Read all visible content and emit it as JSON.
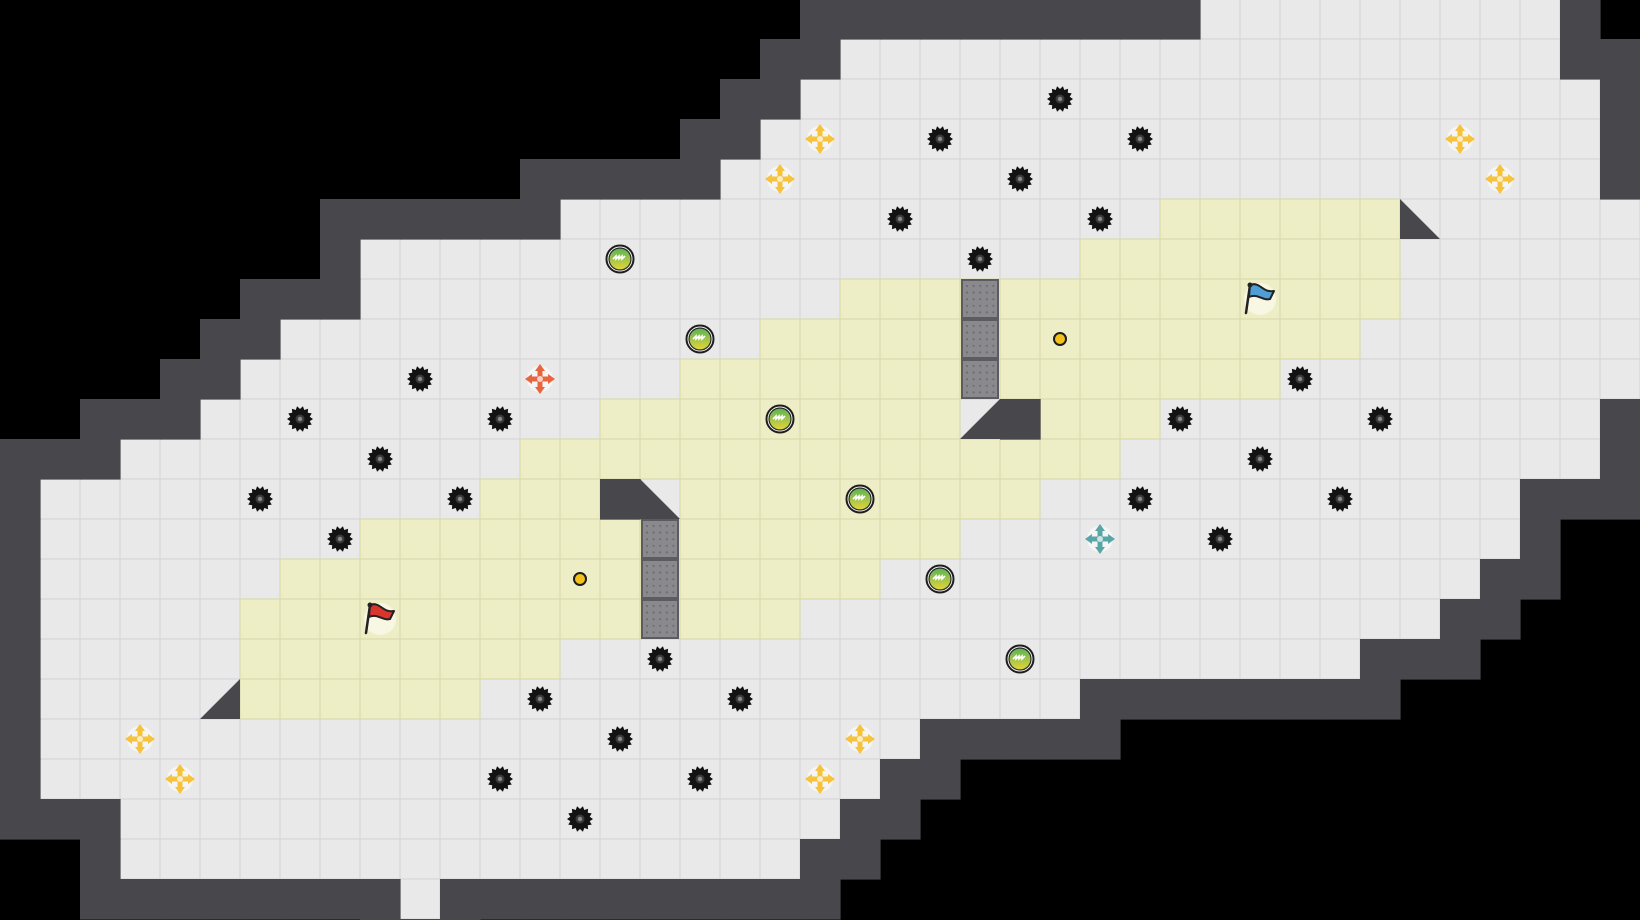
{
  "level": {
    "grid_cols": 41,
    "grid_rows": 23,
    "colors": {
      "background": "#000000",
      "floor": "#e9e9ea",
      "floor_line": "#d2d2d6",
      "wall": "#48484c",
      "wall_edge": "#2b2b2e",
      "team_zone": "#eeeec6",
      "team_zone_line": "#d7d7a6",
      "gate": "#8a8a8e",
      "spike": "#121212",
      "boost_yellow": "#f7c33c",
      "boost_red": "#e8663f",
      "boost_blue": "#5aa6a6",
      "flag_red": "#d9352c",
      "flag_blue": "#4f9fd6",
      "bomb_green": "#59b256",
      "bomb_yellow": "#e6d63b",
      "powerup_dot": "#f2c21a"
    },
    "floor_rows": [
      {
        "row": 0,
        "from": 30,
        "to": 38
      },
      {
        "row": 1,
        "from": 21,
        "to": 38
      },
      {
        "row": 2,
        "from": 20,
        "to": 39
      },
      {
        "row": 3,
        "from": 19,
        "to": 39
      },
      {
        "row": 4,
        "from": 18,
        "to": 39
      },
      {
        "row": 5,
        "from": 14,
        "to": 40
      },
      {
        "row": 6,
        "from": 9,
        "to": 40
      },
      {
        "row": 7,
        "from": 9,
        "to": 40
      },
      {
        "row": 8,
        "from": 7,
        "to": 40
      },
      {
        "row": 9,
        "from": 6,
        "to": 40
      },
      {
        "row": 10,
        "from": 5,
        "to": 39
      },
      {
        "row": 11,
        "from": 3,
        "to": 39
      },
      {
        "row": 12,
        "from": 1,
        "to": 37
      },
      {
        "row": 13,
        "from": 1,
        "to": 37
      },
      {
        "row": 14,
        "from": 1,
        "to": 36
      },
      {
        "row": 15,
        "from": 1,
        "to": 35
      },
      {
        "row": 16,
        "from": 1,
        "to": 33
      },
      {
        "row": 17,
        "from": 1,
        "to": 26
      },
      {
        "row": 18,
        "from": 1,
        "to": 22
      },
      {
        "row": 19,
        "from": 1,
        "to": 21
      },
      {
        "row": 20,
        "from": 3,
        "to": 20
      },
      {
        "row": 21,
        "from": 3,
        "to": 19
      },
      {
        "row": 22,
        "from": 10,
        "to": 10
      }
    ],
    "team_zone_rows": [
      {
        "row": 5,
        "from": 29,
        "to": 34
      },
      {
        "row": 6,
        "from": 27,
        "to": 34
      },
      {
        "row": 7,
        "from": 21,
        "to": 34
      },
      {
        "row": 8,
        "from": 19,
        "to": 33
      },
      {
        "row": 9,
        "from": 17,
        "to": 31
      },
      {
        "row": 10,
        "from": 15,
        "to": 28
      },
      {
        "row": 11,
        "from": 13,
        "to": 27
      },
      {
        "row": 12,
        "from": 12,
        "to": 25
      },
      {
        "row": 13,
        "from": 9,
        "to": 23
      },
      {
        "row": 14,
        "from": 7,
        "to": 21
      },
      {
        "row": 15,
        "from": 6,
        "to": 19
      },
      {
        "row": 16,
        "from": 6,
        "to": 13
      },
      {
        "row": 17,
        "from": 6,
        "to": 11
      }
    ],
    "wall_tiles": [
      [
        24,
        10
      ],
      [
        25,
        10
      ],
      [
        15,
        12
      ],
      [
        16,
        12
      ]
    ],
    "diagonal_walls": [
      {
        "col": 35,
        "row": 5,
        "corner": "top-left"
      },
      {
        "col": 24,
        "row": 10,
        "corner": "top-right"
      },
      {
        "col": 16,
        "row": 12,
        "corner": "top-left"
      },
      {
        "col": 5,
        "row": 17,
        "corner": "top-right"
      }
    ],
    "gates": [
      [
        24,
        7
      ],
      [
        24,
        8
      ],
      [
        24,
        9
      ],
      [
        16,
        13
      ],
      [
        16,
        14
      ],
      [
        16,
        15
      ]
    ],
    "spikes": [
      [
        26,
        2
      ],
      [
        23,
        3
      ],
      [
        28,
        3
      ],
      [
        25,
        4
      ],
      [
        22,
        5
      ],
      [
        27,
        5
      ],
      [
        24,
        6
      ],
      [
        10,
        9
      ],
      [
        7,
        10
      ],
      [
        12,
        10
      ],
      [
        9,
        11
      ],
      [
        6,
        12
      ],
      [
        11,
        12
      ],
      [
        8,
        13
      ],
      [
        32,
        9
      ],
      [
        29,
        10
      ],
      [
        34,
        10
      ],
      [
        31,
        11
      ],
      [
        28,
        12
      ],
      [
        33,
        12
      ],
      [
        30,
        13
      ],
      [
        16,
        16
      ],
      [
        13,
        17
      ],
      [
        18,
        17
      ],
      [
        15,
        18
      ],
      [
        12,
        19
      ],
      [
        17,
        19
      ],
      [
        14,
        20
      ]
    ],
    "boosts": [
      {
        "col": 20,
        "row": 3,
        "team": "yellow"
      },
      {
        "col": 19,
        "row": 4,
        "team": "yellow"
      },
      {
        "col": 36,
        "row": 3,
        "team": "yellow"
      },
      {
        "col": 37,
        "row": 4,
        "team": "yellow"
      },
      {
        "col": 3,
        "row": 18,
        "team": "yellow"
      },
      {
        "col": 4,
        "row": 19,
        "team": "yellow"
      },
      {
        "col": 21,
        "row": 18,
        "team": "yellow"
      },
      {
        "col": 20,
        "row": 19,
        "team": "yellow"
      },
      {
        "col": 13,
        "row": 9,
        "team": "red"
      },
      {
        "col": 27,
        "row": 13,
        "team": "blue"
      }
    ],
    "bombs": [
      [
        15,
        6
      ],
      [
        17,
        8
      ],
      [
        19,
        10
      ],
      [
        21,
        12
      ],
      [
        23,
        14
      ],
      [
        25,
        16
      ]
    ],
    "powerup_dots": [
      [
        26,
        8
      ],
      [
        14,
        14
      ]
    ],
    "flags": [
      {
        "team": "red",
        "col": 9,
        "row": 15
      },
      {
        "team": "blue",
        "col": 31,
        "row": 7
      }
    ]
  }
}
